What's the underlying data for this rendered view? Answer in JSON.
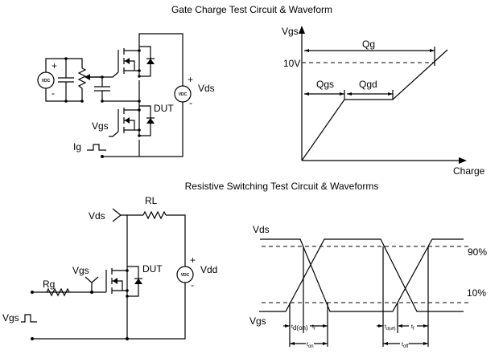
{
  "titles": {
    "gate_charge": "Gate Charge Test Circuit & Waveform",
    "resistive": "Resistive Switching Test Circuit & Waveforms"
  },
  "gate_charge_circuit": {
    "source_label": "VDC",
    "plus": "+",
    "minus": "-",
    "vds_label": "Vds",
    "dut_label": "DUT",
    "vgs_label": "Vgs",
    "ig_label": "Ig"
  },
  "gate_charge_waveform": {
    "y_label": "Vgs",
    "x_label": "Charge",
    "level_label": "10V",
    "qg": "Qg",
    "qgs": "Qgs",
    "qgd": "Qgd"
  },
  "resistive_circuit": {
    "vds_label": "Vds",
    "rl_label": "RL",
    "dut_label": "DUT",
    "vgs_label": "Vgs",
    "rg_label": "Rg",
    "vdd_label": "Vdd",
    "source_label": "VDC",
    "pulse_label": "Vgs",
    "plus": "+",
    "minus": "-"
  },
  "switching_waveform": {
    "vds_label": "Vds",
    "vgs_label": "Vgs",
    "level_90": "90%",
    "level_10": "10%",
    "td_on": {
      "main": "t",
      "sub": "d(on)"
    },
    "tr": {
      "main": "t",
      "sub": "r"
    },
    "ton": {
      "main": "t",
      "sub": "on"
    },
    "td_off": {
      "main": "t",
      "sub": "d(off)"
    },
    "tf": {
      "main": "t",
      "sub": "f"
    },
    "toff": {
      "main": "t",
      "sub": "off"
    }
  }
}
